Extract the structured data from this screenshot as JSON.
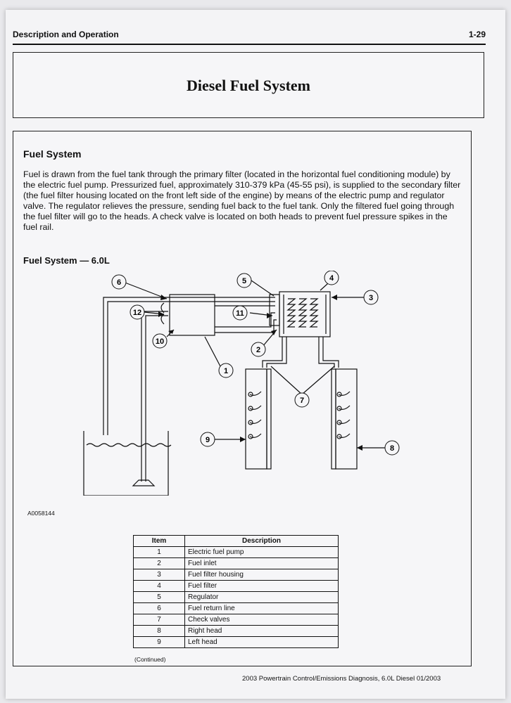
{
  "header": {
    "section": "Description and Operation",
    "page_number": "1-29"
  },
  "title": "Diesel Fuel System",
  "fuel_system": {
    "heading": "Fuel System",
    "paragraph": "Fuel is drawn from the fuel tank through the primary filter (located in the horizontal fuel conditioning module) by the electric fuel pump. Pressurized fuel, approximately 310-379 kPa (45-55 psi), is supplied to the secondary filter (the fuel filter housing located on the front left side of the engine) by means of the electric pump and regulator valve. The regulator relieves the pressure, sending fuel back to the fuel tank. Only the filtered fuel going through the fuel filter will go to the heads. A check valve is located on both heads to prevent fuel pressure spikes in the fuel rail."
  },
  "diagram": {
    "title": "Fuel System — 6.0L",
    "figure_id": "A0058144",
    "callouts": [
      "1",
      "2",
      "3",
      "4",
      "5",
      "6",
      "7",
      "8",
      "9",
      "10",
      "11",
      "12"
    ]
  },
  "table": {
    "headers": [
      "Item",
      "Description"
    ],
    "rows": [
      [
        "1",
        "Electric fuel pump"
      ],
      [
        "2",
        "Fuel inlet"
      ],
      [
        "3",
        "Fuel filter housing"
      ],
      [
        "4",
        "Fuel filter"
      ],
      [
        "5",
        "Regulator"
      ],
      [
        "6",
        "Fuel return line"
      ],
      [
        "7",
        "Check valves"
      ],
      [
        "8",
        "Right head"
      ],
      [
        "9",
        "Left head"
      ]
    ],
    "continued": "(Continued)"
  },
  "footer": "2003 Powertrain Control/Emissions Diagnosis, 6.0L Diesel 01/2003"
}
